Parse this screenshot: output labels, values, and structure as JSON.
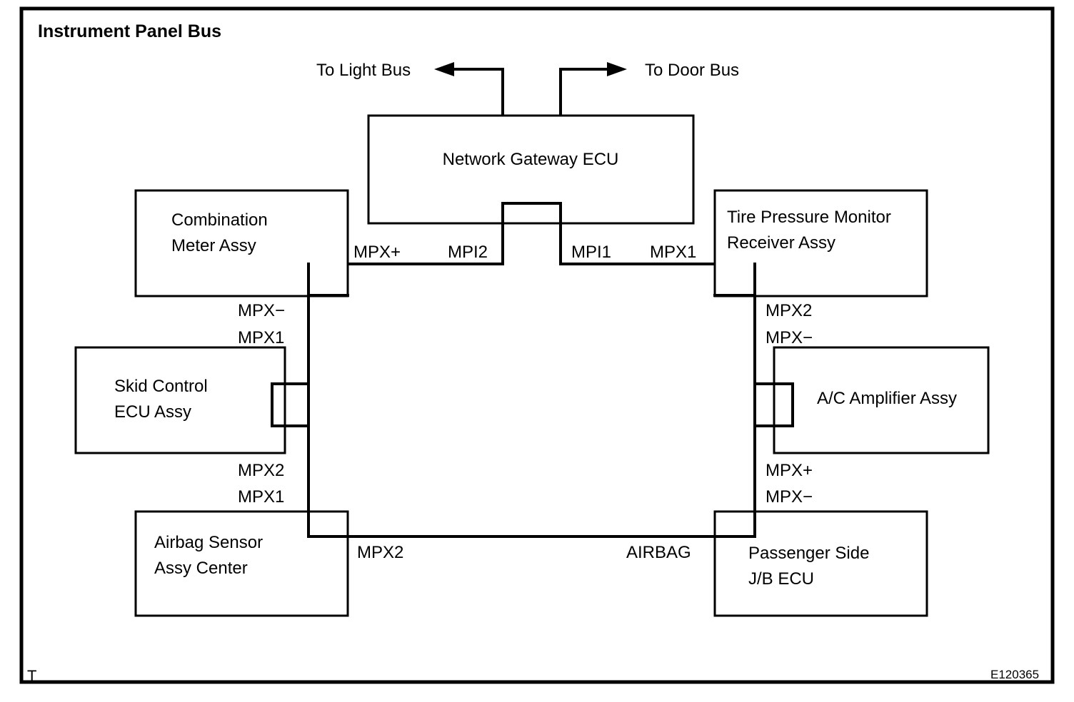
{
  "frame": {
    "title": "Instrument Panel Bus",
    "corner_mark": "T",
    "figure_id": "E120365"
  },
  "external_buses": [
    {
      "label": "To Light Bus",
      "direction": "left"
    },
    {
      "label": "To Door Bus",
      "direction": "right"
    }
  ],
  "nodes": {
    "gateway": {
      "label": "Network Gateway ECU"
    },
    "combination_meter": {
      "line1": "Combination",
      "line2": "Meter Assy"
    },
    "tire_pressure": {
      "line1": "Tire Pressure Monitor",
      "line2": "Receiver Assy"
    },
    "skid_control": {
      "line1": "Skid Control",
      "line2": "ECU Assy"
    },
    "ac_amplifier": {
      "line1": "A/C Amplifier Assy",
      "line2": ""
    },
    "airbag_sensor": {
      "line1": "Airbag Sensor",
      "line2": "Assy Center"
    },
    "passenger_jb": {
      "line1": "Passenger Side",
      "line2": "J/B ECU"
    }
  },
  "pins": {
    "meter_right": "MPX+",
    "gateway_left": "MPI2",
    "gateway_right": "MPI1",
    "tpms_left": "MPX1",
    "meter_bottom_1": "MPX−",
    "meter_bottom_2": "MPX1",
    "tpms_bottom_1": "MPX2",
    "tpms_bottom_2": "MPX−",
    "skid_bottom_1": "MPX2",
    "skid_bottom_2": "MPX1",
    "ac_bottom_1": "MPX+",
    "ac_bottom_2": "MPX−",
    "airbag_right": "MPX2",
    "jb_left": "AIRBAG"
  },
  "colors": {
    "line": "#000000",
    "background": "#ffffff",
    "text": "#000000"
  }
}
